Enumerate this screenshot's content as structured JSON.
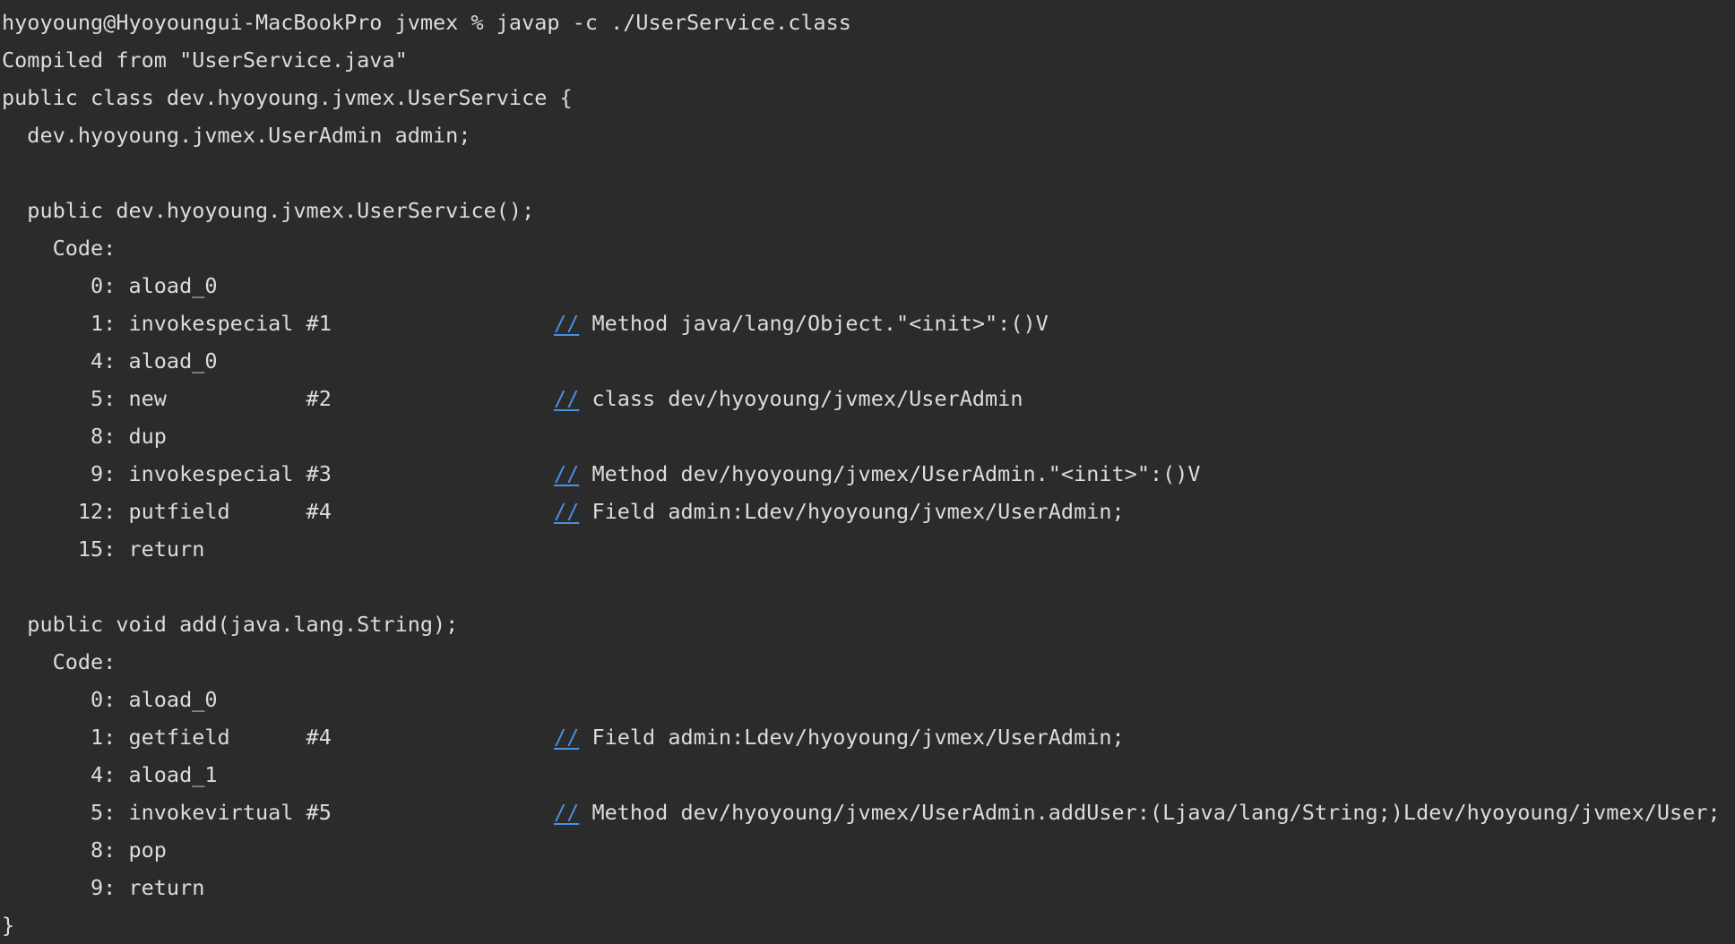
{
  "terminal": {
    "lines": [
      {
        "text": "hyoyoung@Hyoyoungui-MacBookPro jvmex % javap -c ./UserService.class",
        "comment": null
      },
      {
        "text": "Compiled from \"UserService.java\"",
        "comment": null
      },
      {
        "text": "public class dev.hyoyoung.jvmex.UserService {",
        "comment": null
      },
      {
        "text": "  dev.hyoyoung.jvmex.UserAdmin admin;",
        "comment": null
      },
      {
        "text": "",
        "comment": null
      },
      {
        "text": "  public dev.hyoyoung.jvmex.UserService();",
        "comment": null
      },
      {
        "text": "    Code:",
        "comment": null
      },
      {
        "text": "       0: aload_0",
        "comment": null
      },
      {
        "text": "       1: invokespecial #1",
        "comment": "Method java/lang/Object.\"<init>\":()V"
      },
      {
        "text": "       4: aload_0",
        "comment": null
      },
      {
        "text": "       5: new           #2",
        "comment": "class dev/hyoyoung/jvmex/UserAdmin"
      },
      {
        "text": "       8: dup",
        "comment": null
      },
      {
        "text": "       9: invokespecial #3",
        "comment": "Method dev/hyoyoung/jvmex/UserAdmin.\"<init>\":()V"
      },
      {
        "text": "      12: putfield      #4",
        "comment": "Field admin:Ldev/hyoyoung/jvmex/UserAdmin;"
      },
      {
        "text": "      15: return",
        "comment": null
      },
      {
        "text": "",
        "comment": null
      },
      {
        "text": "  public void add(java.lang.String);",
        "comment": null
      },
      {
        "text": "    Code:",
        "comment": null
      },
      {
        "text": "       0: aload_0",
        "comment": null
      },
      {
        "text": "       1: getfield      #4",
        "comment": "Field admin:Ldev/hyoyoung/jvmex/UserAdmin;"
      },
      {
        "text": "       4: aload_1",
        "comment": null
      },
      {
        "text": "       5: invokevirtual #5",
        "comment": "Method dev/hyoyoung/jvmex/UserAdmin.addUser:(Ljava/lang/String;)Ldev/hyoyoung/jvmex/User;"
      },
      {
        "text": "       8: pop",
        "comment": null
      },
      {
        "text": "       9: return",
        "comment": null
      },
      {
        "text": "}",
        "comment": null
      }
    ],
    "comment_marker": "//"
  },
  "colors": {
    "background": "#2b2b2b",
    "foreground": "#dcdcdc",
    "comment_marker": "#4a90e2"
  }
}
